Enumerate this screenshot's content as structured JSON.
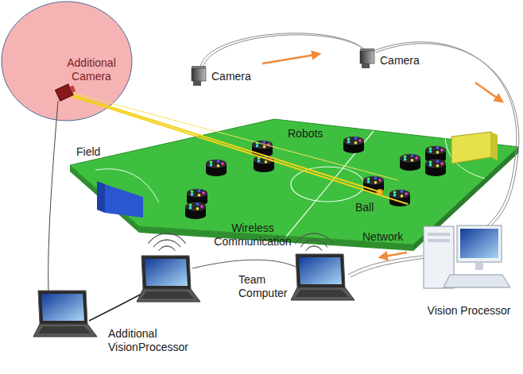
{
  "diagram": {
    "nodes": [
      {
        "text": [
          "Additional Camera"
        ]
      }
    ],
    "labels": [
      "Camera",
      "Camera",
      "Robots",
      "Field",
      "Ball",
      "Wireless Communication",
      "Network",
      "Team Computer",
      "Vision Processor",
      "Additional VisionProcessor"
    ]
  }
}
